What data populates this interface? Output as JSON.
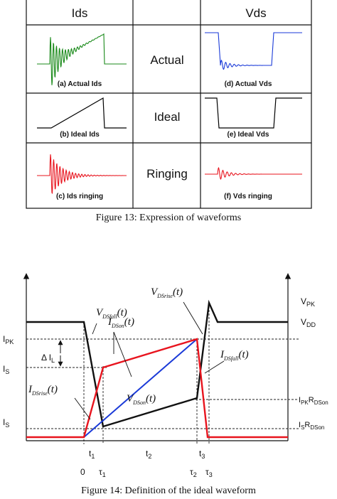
{
  "table": {
    "header_left": "Ids",
    "header_right": "Vds",
    "rows": [
      {
        "left_caption": "(a) Actual Ids",
        "middle_label": "Actual",
        "right_caption": "(d) Actual Vds"
      },
      {
        "left_caption": "(b) Ideal Ids",
        "middle_label": "Ideal",
        "right_caption": "(e) Ideal Vds"
      },
      {
        "left_caption": "(c) Ids ringing",
        "middle_label": "Ringing",
        "right_caption": "(f) Vds ringing"
      }
    ],
    "colors": {
      "actual_ids": "#1a8a1a",
      "actual_vds": "#1a3ad8",
      "ideal": "#000000",
      "ringing": "#e8141e"
    }
  },
  "figure13_caption": "Figure 13: Expression of waveforms",
  "figure14": {
    "left_axis_labels": {
      "ipk": {
        "main": "I",
        "sub": "PK"
      },
      "is_upper": {
        "main": "I",
        "sub": "S"
      },
      "delta_il": {
        "pre": "Δ I",
        "sub": "L"
      },
      "is_lower": {
        "main": "I",
        "sub": "S"
      }
    },
    "right_axis_labels": {
      "vpk": {
        "main": "V",
        "sub": "PK"
      },
      "vdd": {
        "main": "V",
        "sub": "DD"
      },
      "ipk_rdson": {
        "m1": "I",
        "s1": "PK",
        "m2": "R",
        "s2": "DSon"
      },
      "is_rdson": {
        "m1": "I",
        "s1": "S",
        "m2": "R",
        "s2": "DSon"
      }
    },
    "curve_labels": {
      "vdsfall": {
        "main": "V",
        "sub": "DSfall",
        "suffix": "(t)"
      },
      "vdsrise": {
        "main": "V",
        "sub": "DSrise",
        "suffix": "(t)"
      },
      "idson": {
        "main": "I",
        "sub": "DSon",
        "suffix": "(t)"
      },
      "idsfall": {
        "main": "I",
        "sub": "DSfall",
        "suffix": "(t)"
      },
      "idsrise": {
        "main": "I",
        "sub": "DSrise",
        "suffix": "(t)"
      },
      "vdson": {
        "main": "V",
        "sub": "DSon",
        "suffix": "(t)"
      }
    },
    "interval_labels": {
      "t1": {
        "main": "t",
        "sub": "1"
      },
      "t2": {
        "main": "t",
        "sub": "2"
      },
      "t3": {
        "main": "t",
        "sub": "3"
      }
    },
    "time_axis_labels": {
      "zero": "0",
      "tau1": {
        "main": "τ",
        "sub": "1"
      },
      "tau2": {
        "main": "τ",
        "sub": "2"
      },
      "tau3": {
        "main": "τ",
        "sub": "3"
      }
    },
    "colors": {
      "voltage": "#111111",
      "current": "#e8141e",
      "vdson": "#1a3ad8"
    }
  },
  "figure14_caption": "Figure 14: Definition of the ideal waveform"
}
